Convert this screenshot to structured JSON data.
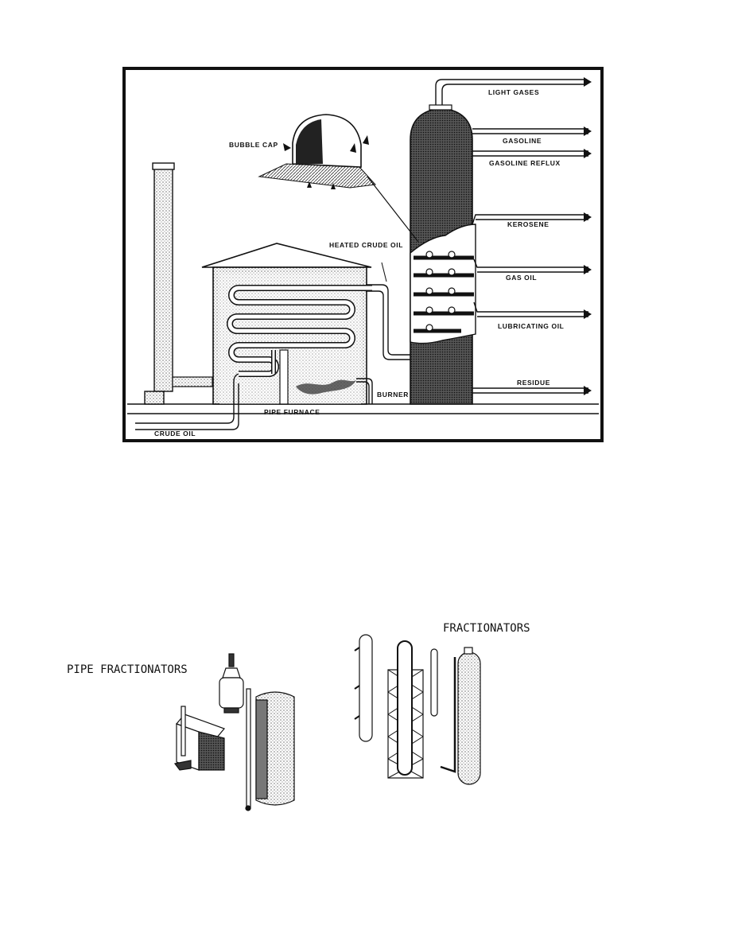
{
  "refinery_diagram": {
    "labels": {
      "light_gases": "LIGHT GASES",
      "bubble_cap": "BUBBLE CAP",
      "gasoline": "GASOLINE",
      "gasoline_reflux": "GASOLINE REFLUX",
      "kerosene": "KEROSENE",
      "heated_crude_oil": "HEATED CRUDE OIL",
      "gas_oil": "GAS OIL",
      "lubricating_oil": "LUBRICATING OIL",
      "residue": "RESIDUE",
      "burner": "BURNER",
      "pipe_furnace": "PIPE FURNACE",
      "crude_oil": "CRUDE OIL"
    }
  },
  "captions": {
    "pipe_fractionators": "PIPE FRACTIONATORS",
    "fractionators": "FRACTIONATORS"
  },
  "colors": {
    "ink": "#111111",
    "paper": "#ffffff"
  }
}
